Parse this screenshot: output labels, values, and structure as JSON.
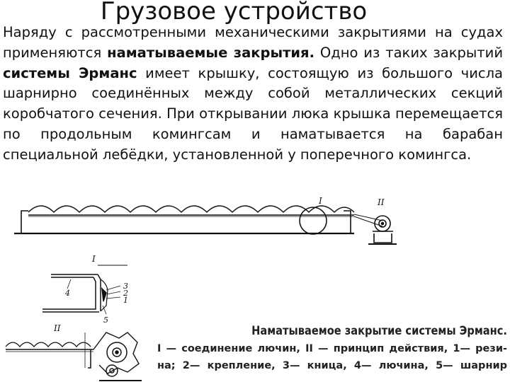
{
  "title": "Грузовое устройство",
  "paragraph": {
    "t1": "Наряду с рассмотренными механическими закрытиями на судах применяются ",
    "b1": "наматываемые закрытия.",
    "t2": " Одно из таких закрытий ",
    "b2": "системы Эрманс",
    "t3": " имеет крышку, состоящую из большого числа шарнирно соединённых между собой металлических секций коробчатого сечения. При открывании люка крышка перемещается по продольным комингсам и наматывается на барабан специальной лебёдки, установленной у поперечного комингса."
  },
  "figure": {
    "marks": {
      "I_top": "I",
      "II_top": "II",
      "I_detail": "I",
      "II_detail": "II",
      "n1": "1",
      "n2": "2",
      "n3": "3",
      "n4": "4",
      "n5": "5"
    },
    "caption": {
      "title": "Наматываемое закрытие системы Эрманс.",
      "line1": "I — соединение лючин, II — принцип действия, 1— рези-",
      "line2": "на; 2— крепление, 3— кница, 4— лючина, 5— шарнир"
    }
  },
  "colors": {
    "ink": "#111111",
    "background": "#ffffff"
  }
}
